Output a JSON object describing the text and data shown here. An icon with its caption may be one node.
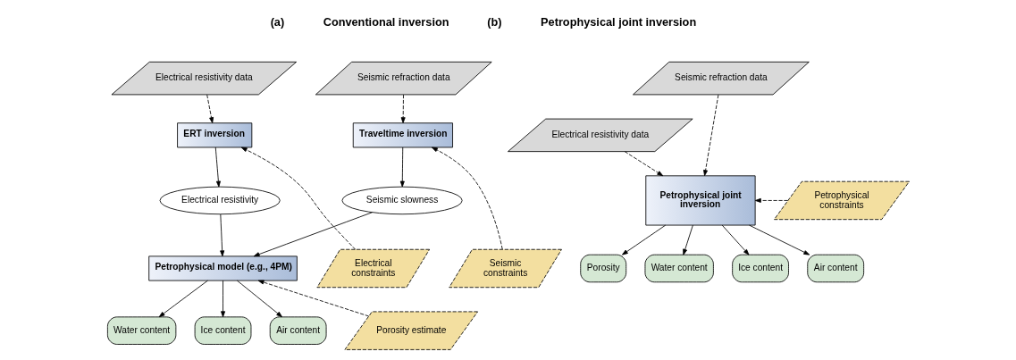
{
  "diagram": {
    "nodes": [
      {
        "text": [
          "Electrical resistivity data"
        ]
      },
      {
        "text": [
          "Seismic refraction data"
        ]
      },
      {
        "text": [
          "ERT inversion"
        ]
      },
      {
        "text": [
          "Traveltime inversion"
        ]
      },
      {
        "text": [
          "Electrical resistivity"
        ]
      },
      {
        "text": [
          "Seismic slowness"
        ]
      },
      {
        "text": [
          "Electrical constraints"
        ]
      },
      {
        "text": [
          "Petrophysical model (e.g., 4PM)"
        ]
      },
      {
        "text": [
          "Seismic constraints"
        ]
      },
      {
        "text": [
          "Porosity estimate"
        ]
      },
      {
        "text": [
          "Water content"
        ]
      },
      {
        "text": [
          "Ice content"
        ]
      },
      {
        "text": [
          "Air content"
        ]
      },
      {
        "text": [
          "Electrical resistivity data"
        ]
      },
      {
        "text": [
          "Seismic refraction data"
        ]
      },
      {
        "text": [
          "Petrophysical joint inversion"
        ]
      },
      {
        "text": [
          "Petrophysical constraints"
        ]
      },
      {
        "text": [
          "Porosity"
        ]
      },
      {
        "text": [
          "Water content"
        ]
      },
      {
        "text": [
          "Ice content"
        ]
      },
      {
        "text": [
          "Air content"
        ]
      }
    ],
    "edges": [
      {
        "from": 0,
        "to": 2,
        "arrow": "to",
        "style": "dashed"
      },
      {
        "from": 1,
        "to": 3,
        "arrow": "to",
        "style": "dashed"
      },
      {
        "from": 6,
        "to": 2,
        "arrow": "to",
        "style": "dashed"
      },
      {
        "from": 8,
        "to": 3,
        "arrow": "to",
        "style": "dashed"
      },
      {
        "from": 2,
        "to": 4,
        "arrow": "to"
      },
      {
        "from": 3,
        "to": 5,
        "arrow": "to"
      },
      {
        "from": 4,
        "to": 7,
        "arrow": "to"
      },
      {
        "from": 5,
        "to": 7,
        "arrow": "to"
      },
      {
        "from": 9,
        "to": 7,
        "arrow": "to",
        "style": "dashed"
      },
      {
        "from": 7,
        "to": 10,
        "arrow": "to"
      },
      {
        "from": 7,
        "to": 11,
        "arrow": "to"
      },
      {
        "from": 7,
        "to": 12,
        "arrow": "to"
      },
      {
        "from": 13,
        "to": 15,
        "arrow": "to",
        "style": "dashed"
      },
      {
        "from": 14,
        "to": 15,
        "arrow": "to",
        "style": "dashed"
      },
      {
        "from": 16,
        "to": 15,
        "arrow": "to",
        "style": "dashed"
      },
      {
        "from": 15,
        "to": 17,
        "arrow": "to"
      },
      {
        "from": 15,
        "to": 18,
        "arrow": "to"
      },
      {
        "from": 15,
        "to": 19,
        "arrow": "to"
      },
      {
        "from": 15,
        "to": 20,
        "arrow": "to"
      }
    ],
    "labels": [
      "(a)",
      "Conventional inversion",
      "(b)",
      "Petrophysical joint inversion"
    ]
  }
}
